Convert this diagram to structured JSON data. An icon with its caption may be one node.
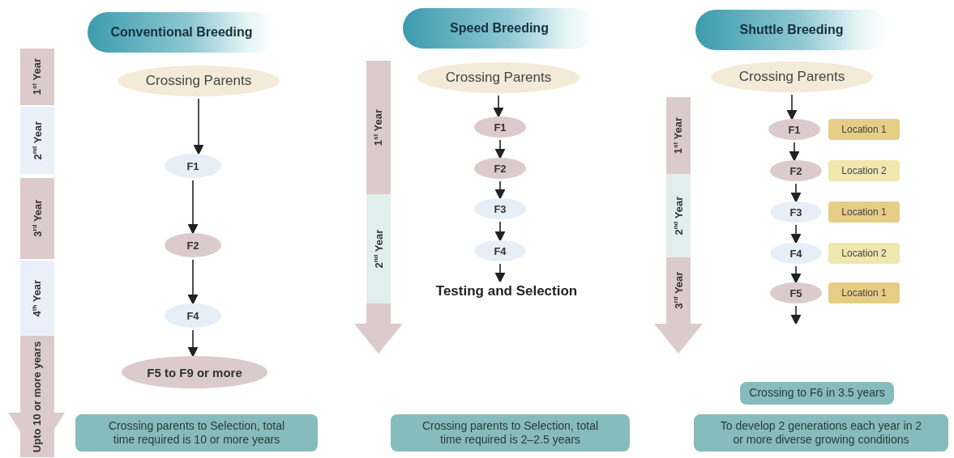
{
  "diagram": {
    "nodes": [
      {
        "text": [
          "Conventional Breeding"
        ]
      },
      {
        "text": [
          "Crossing Parents"
        ]
      },
      {
        "text": [
          "F1"
        ]
      },
      {
        "text": [
          "F2"
        ]
      },
      {
        "text": [
          "F4"
        ]
      },
      {
        "text": [
          "F5 to F9 or more"
        ]
      },
      {
        "text": [
          "Crossing parents to Selection, total time required is 10 or more years"
        ]
      },
      {
        "text": [
          "1$^{st}$ Year"
        ]
      },
      {
        "text": [
          "2$^{nd}$ Year"
        ]
      },
      {
        "text": [
          "3$^{rd}$ Year"
        ]
      },
      {
        "text": [
          "4$^{th}$ Year"
        ]
      },
      {
        "text": [
          "Upto 10 or more years"
        ]
      },
      {
        "text": [
          "Speed Breeding"
        ]
      },
      {
        "text": [
          "Crossing Parents"
        ]
      },
      {
        "text": [
          "F1"
        ]
      },
      {
        "text": [
          "F2"
        ]
      },
      {
        "text": [
          "F3"
        ]
      },
      {
        "text": [
          "F4"
        ]
      },
      {
        "text": [
          "Testing and Selection"
        ]
      },
      {
        "text": [
          "Crossing parents to Selection, total time required is 2–2.5 years"
        ]
      },
      {
        "text": [
          "1$^{st}$ Year"
        ]
      },
      {
        "text": [
          "2$^{nd}$ Year"
        ]
      },
      {
        "text": [
          "Shuttle Breeding"
        ]
      },
      {
        "text": [
          "Crossing Parents"
        ]
      },
      {
        "text": [
          "F1"
        ]
      },
      {
        "text": [
          "Location 1"
        ]
      },
      {
        "text": [
          "F2"
        ]
      },
      {
        "text": [
          "Location 2"
        ]
      },
      {
        "text": [
          "F3"
        ]
      },
      {
        "text": [
          "Location 1"
        ]
      },
      {
        "text": [
          "F4"
        ]
      },
      {
        "text": [
          "Location 2"
        ]
      },
      {
        "text": [
          "F5"
        ]
      },
      {
        "text": [
          "Location 1"
        ]
      },
      {
        "text": [
          "Crossing to F6 in 3.5 years"
        ]
      },
      {
        "text": [
          "To develop 2 generations each year in 2 or more diverse growing conditions"
        ]
      },
      {
        "text": [
          "1$^{st}$ Year"
        ]
      },
      {
        "text": [
          "2$^{nd}$ Year"
        ]
      },
      {
        "text": [
          "3$^{rd}$ Year"
        ]
      }
    ],
    "edges": [
      {
        "from": 1,
        "to": 2,
        "arrow": "to"
      },
      {
        "from": 2,
        "to": 3,
        "arrow": "to"
      },
      {
        "from": 3,
        "to": 4,
        "arrow": "to"
      },
      {
        "from": 4,
        "to": 5,
        "arrow": "to"
      },
      {
        "from": 13,
        "to": 14,
        "arrow": "to"
      },
      {
        "from": 14,
        "to": 15,
        "arrow": "to"
      },
      {
        "from": 15,
        "to": 16,
        "arrow": "to"
      },
      {
        "from": 16,
        "to": 17,
        "arrow": "to"
      },
      {
        "from": 17,
        "to": 18,
        "arrow": "to"
      },
      {
        "from": 23,
        "to": 24,
        "arrow": "to"
      },
      {
        "from": 24,
        "to": 26,
        "arrow": "to"
      },
      {
        "from": 26,
        "to": 28,
        "arrow": "to"
      },
      {
        "from": 28,
        "to": 30,
        "arrow": "to"
      },
      {
        "from": 30,
        "to": 32,
        "arrow": "to"
      },
      {
        "from": 32,
        "to": null,
        "arrow": "to"
      }
    ]
  }
}
